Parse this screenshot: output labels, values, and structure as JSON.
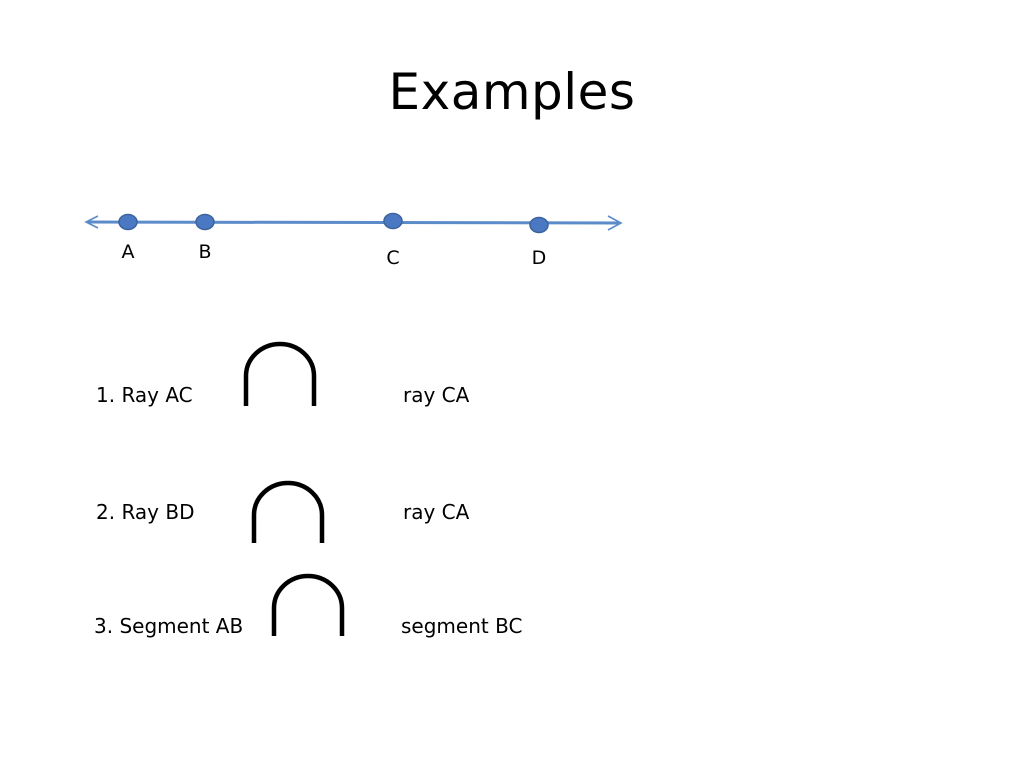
{
  "slide": {
    "title": "Examples"
  },
  "figure": {
    "line_color": "#5b8bc9",
    "point_fill": "#4a78c2",
    "point_stroke": "#3c639e",
    "points": [
      {
        "label": "A"
      },
      {
        "label": "B"
      },
      {
        "label": "C"
      },
      {
        "label": "D"
      }
    ]
  },
  "examples": [
    {
      "left": "1. Ray AC",
      "operator": "intersection",
      "right": "ray CA"
    },
    {
      "left": "2. Ray BD",
      "operator": "intersection",
      "right": "ray CA"
    },
    {
      "left": "3. Segment AB",
      "operator": "intersection",
      "right": "segment BC"
    }
  ]
}
